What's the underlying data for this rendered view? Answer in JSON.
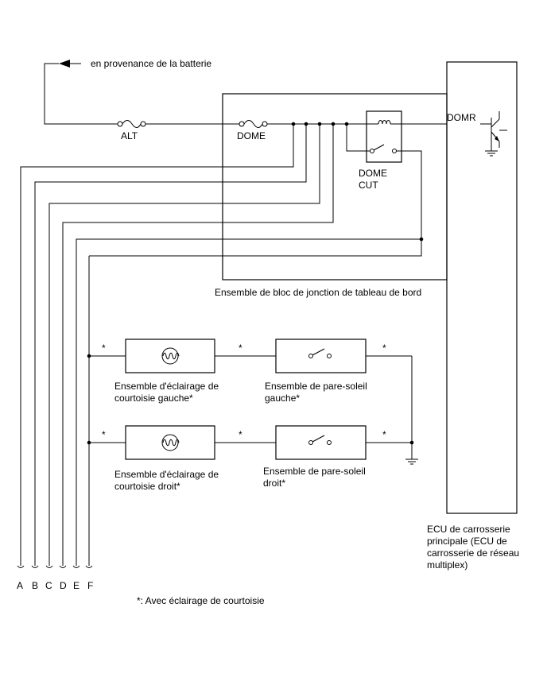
{
  "labels": {
    "battery": "en provenance de la batterie",
    "alt": "ALT",
    "dome": "DOME",
    "domr": "DOMR",
    "dome_cut_1": "DOME",
    "dome_cut_2": "CUT",
    "junction_block": "Ensemble de bloc de jonction de tableau de bord",
    "courtesy_left_1": "Ensemble d'éclairage de",
    "courtesy_left_2": "courtoisie gauche*",
    "visor_left_1": "Ensemble de pare-soleil",
    "visor_left_2": "gauche*",
    "courtesy_right_1": "Ensemble d'éclairage de",
    "courtesy_right_2": "courtoisie droit*",
    "visor_right_1": "Ensemble de pare-soleil",
    "visor_right_2": "droit*",
    "ecu_1": "ECU de carrosserie",
    "ecu_2": "principale (ECU de",
    "ecu_3": "carrosserie de réseau",
    "ecu_4": "multiplex)",
    "star": "*",
    "footnote": "*: Avec éclairage de courtoisie"
  },
  "connectors": [
    "A",
    "B",
    "C",
    "D",
    "E",
    "F"
  ]
}
